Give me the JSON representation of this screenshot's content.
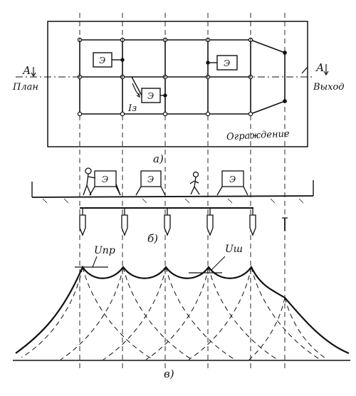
{
  "labels": {
    "section_a_left": "А",
    "section_a_right": "А",
    "plan": "План",
    "exit": "Выход",
    "fence": "Ограждение",
    "electrode_current": "Iз",
    "part_a": "а)",
    "part_b": "б)",
    "part_v": "в)",
    "u_pr": "Uпр",
    "u_sh": "Uш",
    "equipment": "Э"
  },
  "colors": {
    "ink": "#111111",
    "background": "#ffffff"
  }
}
